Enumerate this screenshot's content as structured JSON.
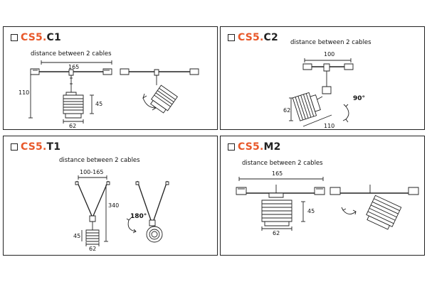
{
  "panels": [
    {
      "code_prefix": "CS5.",
      "code_suffix": "C1",
      "caption": "distance between 2 cables",
      "dims": {
        "width": "165",
        "height": "110",
        "body_h": "45",
        "body_w": "62"
      }
    },
    {
      "code_prefix": "CS5.",
      "code_suffix": "C2",
      "caption": "distance between 2 cables",
      "dims": {
        "width": "100",
        "body_h": "62",
        "length": "110",
        "rotation": "90°"
      }
    },
    {
      "code_prefix": "CS5.",
      "code_suffix": "T1",
      "caption": "distance between 2 cables",
      "dims": {
        "width": "100-165",
        "height": "340",
        "body_h": "45",
        "body_w": "62",
        "rotation": "180°"
      }
    },
    {
      "code_prefix": "CS5.",
      "code_suffix": "M2",
      "caption": "distance between 2 cables",
      "dims": {
        "width": "165",
        "body_h": "45",
        "body_w": "62"
      }
    }
  ],
  "colors": {
    "accent": "#e8582a",
    "ink": "#222222"
  }
}
